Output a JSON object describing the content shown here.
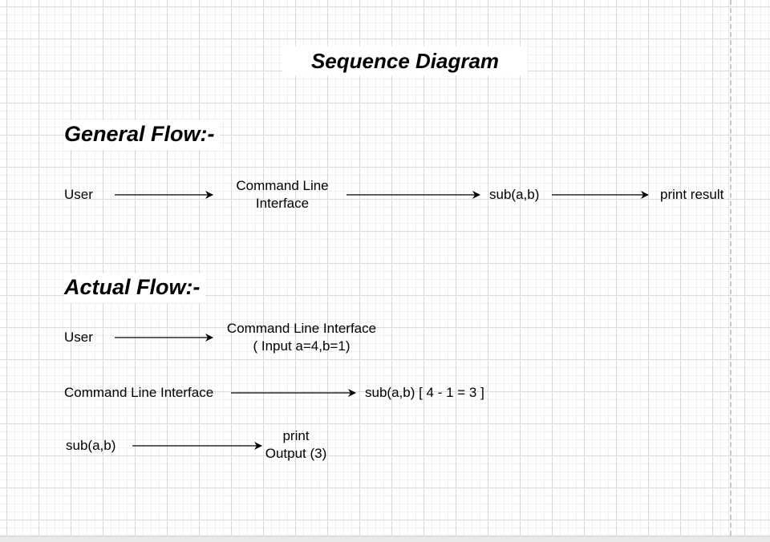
{
  "title": "Sequence Diagram",
  "general_flow": {
    "heading": "General Flow:-",
    "nodes": {
      "user": "User",
      "cli_line1": "Command Line",
      "cli_line2": "Interface",
      "sub": "sub(a,b)",
      "print": "print result"
    }
  },
  "actual_flow": {
    "heading": "Actual Flow:-",
    "row1": {
      "from": "User",
      "to_line1": "Command Line Interface",
      "to_line2": "( Input a=4,b=1)"
    },
    "row2": {
      "from": "Command Line Interface",
      "to": "sub(a,b) [ 4 - 1 = 3 ]"
    },
    "row3": {
      "from": "sub(a,b)",
      "to_line1": "print",
      "to_line2": "Output (3)"
    }
  }
}
